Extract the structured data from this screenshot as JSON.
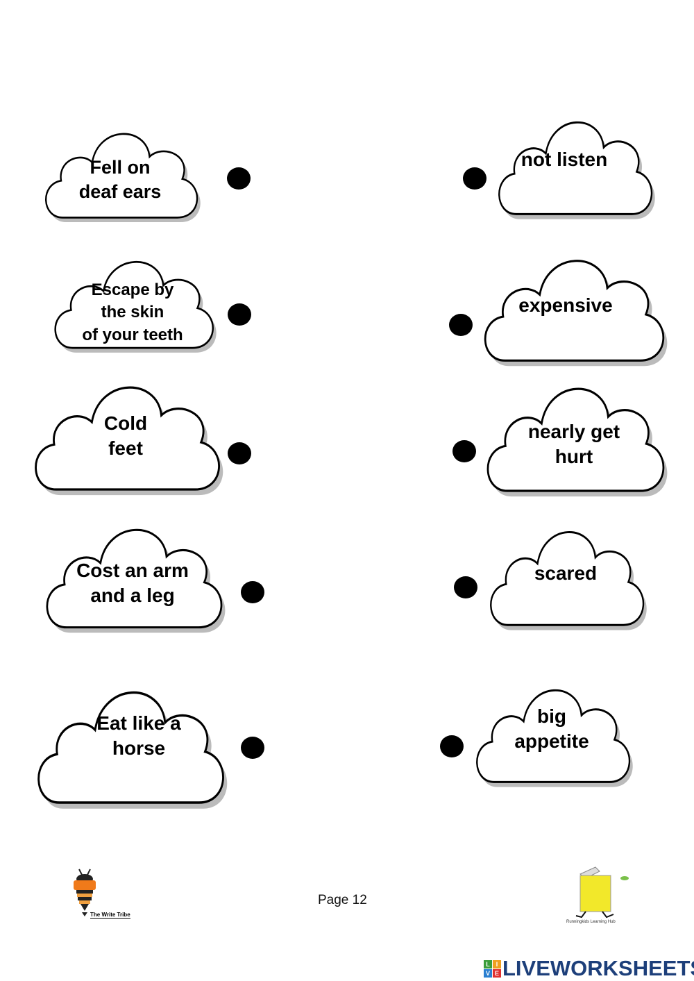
{
  "left_clouds": [
    {
      "text": "Fell on\ndeaf ears"
    },
    {
      "text": "Escape by\nthe skin\nof your teeth"
    },
    {
      "text": "Cold\nfeet"
    },
    {
      "text": "Cost an arm\nand a leg"
    },
    {
      "text": "Eat like a\nhorse"
    }
  ],
  "right_clouds": [
    {
      "text": "not listen"
    },
    {
      "text": "expensive"
    },
    {
      "text": "nearly get\nhurt"
    },
    {
      "text": "scared"
    },
    {
      "text": "big\nappetite"
    }
  ],
  "footer": {
    "page_label": "Page 12",
    "left_logo_text": "The Write Tribe",
    "right_logo_text": "Runningkids Learning Hub",
    "brand": "LIVEWORKSHEETS",
    "brand_letters": [
      "L",
      "I",
      "V",
      "E"
    ],
    "brand_letter_colors": [
      "#3a9d3a",
      "#f0a020",
      "#2a7fd0",
      "#e03030"
    ]
  }
}
